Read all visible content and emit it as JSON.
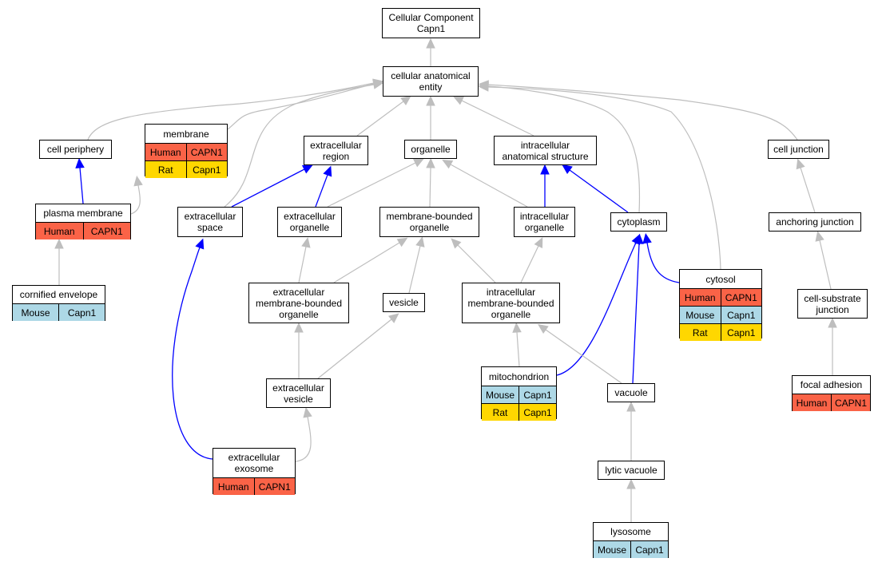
{
  "colors": {
    "is_a_edge": "#bebebe",
    "part_of_edge": "#0000ff",
    "Human": "#fa6347",
    "Mouse": "#add8e6",
    "Rat": "#ffd700"
  },
  "nodes": {
    "root": {
      "label": [
        "Cellular Component",
        "Capn1"
      ]
    },
    "cae": {
      "label": [
        "cellular anatomical",
        "entity"
      ]
    },
    "cellperiphery": {
      "label": [
        "cell periphery"
      ]
    },
    "membrane": {
      "label": [
        "membrane"
      ],
      "rows": [
        [
          "Human",
          "CAPN1"
        ],
        [
          "Rat",
          "Capn1"
        ]
      ]
    },
    "extracellularregion": {
      "label": [
        "extracellular",
        "region"
      ]
    },
    "organelle": {
      "label": [
        "organelle"
      ]
    },
    "intracellularstruct": {
      "label": [
        "intracellular",
        "anatomical structure"
      ]
    },
    "celljunction": {
      "label": [
        "cell junction"
      ]
    },
    "plasmamembrane": {
      "label": [
        "plasma membrane"
      ],
      "rows": [
        [
          "Human",
          "CAPN1"
        ]
      ]
    },
    "extracellularspace": {
      "label": [
        "extracellular",
        "space"
      ]
    },
    "extracellularorganelle": {
      "label": [
        "extracellular",
        "organelle"
      ]
    },
    "membraneboundedorganelle": {
      "label": [
        "membrane-bounded",
        "organelle"
      ]
    },
    "intracellularorganelle": {
      "label": [
        "intracellular",
        "organelle"
      ]
    },
    "cytoplasm": {
      "label": [
        "cytoplasm"
      ]
    },
    "anchoringjunction": {
      "label": [
        "anchoring junction"
      ]
    },
    "cornifiedenvelope": {
      "label": [
        "cornified envelope"
      ],
      "rows": [
        [
          "Mouse",
          "Capn1"
        ]
      ]
    },
    "ecmbo": {
      "label": [
        "extracellular",
        "membrane-bounded",
        "organelle"
      ]
    },
    "vesicle": {
      "label": [
        "vesicle"
      ]
    },
    "icmbo": {
      "label": [
        "intracellular",
        "membrane-bounded",
        "organelle"
      ]
    },
    "cytosol": {
      "label": [
        "cytosol"
      ],
      "rows": [
        [
          "Human",
          "CAPN1"
        ],
        [
          "Mouse",
          "Capn1"
        ],
        [
          "Rat",
          "Capn1"
        ]
      ]
    },
    "cellsubstrate": {
      "label": [
        "cell-substrate",
        "junction"
      ]
    },
    "extracellularvesicle": {
      "label": [
        "extracellular",
        "vesicle"
      ]
    },
    "mitochondrion": {
      "label": [
        "mitochondrion"
      ],
      "rows": [
        [
          "Mouse",
          "Capn1"
        ],
        [
          "Rat",
          "Capn1"
        ]
      ]
    },
    "vacuole": {
      "label": [
        "vacuole"
      ]
    },
    "focaladhesion": {
      "label": [
        "focal adhesion"
      ],
      "rows": [
        [
          "Human",
          "CAPN1"
        ]
      ]
    },
    "exosome": {
      "label": [
        "extracellular",
        "exosome"
      ],
      "rows": [
        [
          "Human",
          "CAPN1"
        ]
      ]
    },
    "lyticvacuole": {
      "label": [
        "lytic vacuole"
      ]
    },
    "lysosome": {
      "label": [
        "lysosome"
      ],
      "rows": [
        [
          "Mouse",
          "Capn1"
        ]
      ]
    }
  },
  "edges": [
    {
      "from": "cae",
      "to": "root",
      "type": "is_a"
    },
    {
      "from": "cellperiphery",
      "to": "cae",
      "type": "is_a"
    },
    {
      "from": "membrane",
      "to": "cae",
      "type": "is_a"
    },
    {
      "from": "extracellularregion",
      "to": "cae",
      "type": "is_a"
    },
    {
      "from": "organelle",
      "to": "cae",
      "type": "is_a"
    },
    {
      "from": "intracellularstruct",
      "to": "cae",
      "type": "is_a"
    },
    {
      "from": "celljunction",
      "to": "cae",
      "type": "is_a"
    },
    {
      "from": "extracellularspace",
      "to": "cae",
      "type": "is_a"
    },
    {
      "from": "cytoplasm",
      "to": "cae",
      "type": "is_a"
    },
    {
      "from": "cytosol",
      "to": "cae",
      "type": "is_a"
    },
    {
      "from": "plasmamembrane",
      "to": "cellperiphery",
      "type": "part_of"
    },
    {
      "from": "plasmamembrane",
      "to": "membrane",
      "type": "is_a"
    },
    {
      "from": "extracellularspace",
      "to": "extracellularregion",
      "type": "part_of"
    },
    {
      "from": "extracellularorganelle",
      "to": "extracellularregion",
      "type": "part_of"
    },
    {
      "from": "extracellularorganelle",
      "to": "organelle",
      "type": "is_a"
    },
    {
      "from": "membraneboundedorganelle",
      "to": "organelle",
      "type": "is_a"
    },
    {
      "from": "intracellularorganelle",
      "to": "organelle",
      "type": "is_a"
    },
    {
      "from": "intracellularorganelle",
      "to": "intracellularstruct",
      "type": "part_of"
    },
    {
      "from": "cytoplasm",
      "to": "intracellularstruct",
      "type": "part_of"
    },
    {
      "from": "anchoringjunction",
      "to": "celljunction",
      "type": "is_a"
    },
    {
      "from": "cornifiedenvelope",
      "to": "plasmamembrane",
      "type": "is_a"
    },
    {
      "from": "ecmbo",
      "to": "extracellularorganelle",
      "type": "is_a"
    },
    {
      "from": "ecmbo",
      "to": "membraneboundedorganelle",
      "type": "is_a"
    },
    {
      "from": "vesicle",
      "to": "membraneboundedorganelle",
      "type": "is_a"
    },
    {
      "from": "icmbo",
      "to": "membraneboundedorganelle",
      "type": "is_a"
    },
    {
      "from": "icmbo",
      "to": "intracellularorganelle",
      "type": "is_a"
    },
    {
      "from": "cytosol",
      "to": "cytoplasm",
      "type": "part_of"
    },
    {
      "from": "cellsubstrate",
      "to": "anchoringjunction",
      "type": "is_a"
    },
    {
      "from": "extracellularvesicle",
      "to": "ecmbo",
      "type": "is_a"
    },
    {
      "from": "extracellularvesicle",
      "to": "vesicle",
      "type": "is_a"
    },
    {
      "from": "mitochondrion",
      "to": "icmbo",
      "type": "is_a"
    },
    {
      "from": "mitochondrion",
      "to": "cytoplasm",
      "type": "part_of"
    },
    {
      "from": "vacuole",
      "to": "icmbo",
      "type": "is_a"
    },
    {
      "from": "vacuole",
      "to": "cytoplasm",
      "type": "part_of"
    },
    {
      "from": "focaladhesion",
      "to": "cellsubstrate",
      "type": "is_a"
    },
    {
      "from": "exosome",
      "to": "extracellularspace",
      "type": "part_of"
    },
    {
      "from": "exosome",
      "to": "extracellularvesicle",
      "type": "is_a"
    },
    {
      "from": "lyticvacuole",
      "to": "vacuole",
      "type": "is_a"
    },
    {
      "from": "lysosome",
      "to": "lyticvacuole",
      "type": "is_a"
    }
  ]
}
